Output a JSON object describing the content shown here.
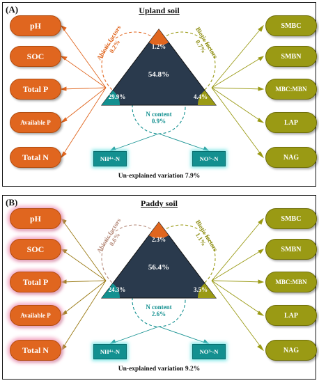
{
  "panels": [
    {
      "label": "(A)",
      "title": "Upland soil",
      "abiotic_vars": [
        "pH",
        "SOC",
        "Total P",
        "Available P",
        "Total N"
      ],
      "biotic_vars": [
        "SMBC",
        "SMBN",
        "MBC:MBN",
        "LAP",
        "NAG"
      ],
      "nitrogen_forms": [
        "NH4+-N",
        "NO3--N"
      ],
      "abiotic_label": "Abiotic factors",
      "abiotic_value": "0.2%",
      "biotic_label": "Biotic factors",
      "biotic_value": "0.7%",
      "n_label": "N content",
      "n_value": "0.9%",
      "top_corner": "1.2%",
      "center": "54.8%",
      "left_corner": "29.9%",
      "right_corner": "4.4%",
      "unexplained": "Un-explained variation 7.9%"
    },
    {
      "label": "(B)",
      "title": "Paddy soil",
      "abiotic_vars": [
        "pH",
        "SOC",
        "Total P",
        "Available P",
        "Total N"
      ],
      "biotic_vars": [
        "SMBC",
        "SMBN",
        "MBC:MBN",
        "LAP",
        "NAG"
      ],
      "nitrogen_forms": [
        "NH4+-N",
        "NO3--N"
      ],
      "abiotic_label": "Abiotic factors",
      "abiotic_value": "0.6%",
      "biotic_label": "Biotic factors",
      "biotic_value": "1.1%",
      "n_label": "N content",
      "n_value": "2.6%",
      "top_corner": "2.3%",
      "center": "56.4%",
      "left_corner": "24.3%",
      "right_corner": "3.5%",
      "unexplained": "Un-explained variation 9.2%"
    }
  ],
  "colors": {
    "abiotic": "#e0661f",
    "biotic": "#9a9a14",
    "nitrogen": "#139090",
    "triangle": "#2a3a4d",
    "paddy_glow": "#f3a8c4"
  }
}
